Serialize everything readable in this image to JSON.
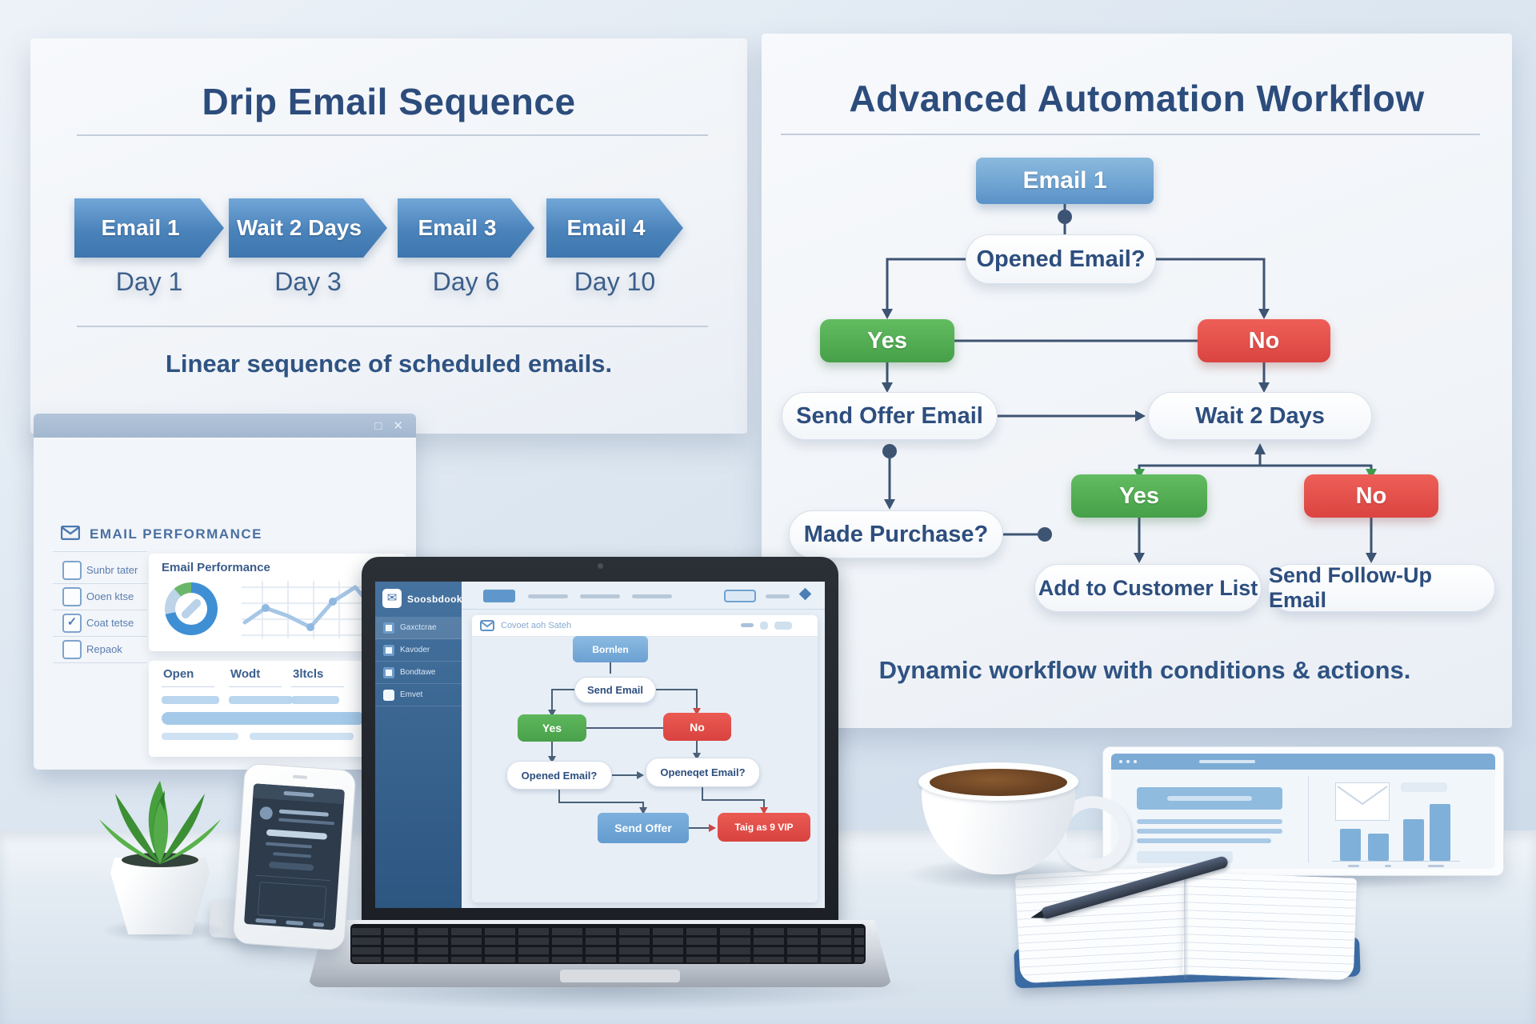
{
  "left_panel": {
    "title": "Drip Email Sequence",
    "caption": "Linear sequence of scheduled emails.",
    "steps": [
      {
        "label": "Email 1",
        "day": "Day 1"
      },
      {
        "label": "Wait 2 Days",
        "day": "Day 3"
      },
      {
        "label": "Email 3",
        "day": "Day 6"
      },
      {
        "label": "Email 4",
        "day": "Day 10"
      }
    ]
  },
  "right_panel": {
    "title": "Advanced Automation Workflow",
    "caption": "Dynamic workflow with conditions & actions.",
    "nodes": {
      "email1": "Email 1",
      "opened": "Opened Email?",
      "yes1": "Yes",
      "no1": "No",
      "send_offer": "Send Offer Email",
      "wait": "Wait 2 Days",
      "yes2": "Yes",
      "no2": "No",
      "made_purchase": "Made Purchase?",
      "add_list": "Add to Customer List",
      "follow_up": "Send Follow-Up Email"
    }
  },
  "perf_window": {
    "titlebar_controls": {
      "minimize": "□",
      "close": "✕"
    },
    "header": "EMAIL PERFORMANCE",
    "heading": "Email Performance",
    "sidebar_items": [
      "Sunbr tater",
      "Ooen ktse",
      "Coat tetse",
      "Repaok"
    ],
    "sidebar_check": "✓",
    "table_headers": [
      "Open",
      "Wodt",
      "3ltcls"
    ]
  },
  "laptop": {
    "brand": "Soosbdook",
    "logo_glyph": "✉",
    "nav_items": [
      "Gaxctcrae",
      "Kavoder",
      "Bondtawe",
      "Emvet"
    ],
    "canvas_header": "Covoet aoh Sateh",
    "nodes": {
      "top": "Bornlen",
      "send_email": "Send Email",
      "yes": "Yes",
      "no": "No",
      "opened1": "Opened Email?",
      "opened2": "Openeqet Email?",
      "send_offer": "Send Offer",
      "tag_vip": "Taig as 9 VIP"
    }
  },
  "colors": {
    "title_text": "#2c4c7c",
    "node_blue": "#6fa3d8",
    "yes_green": "#52ad52",
    "no_red": "#e4534f",
    "connector": "#3d5473",
    "chevron_blue": "#4a82ba"
  }
}
